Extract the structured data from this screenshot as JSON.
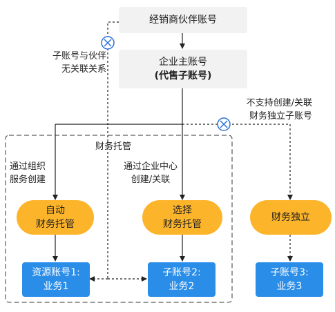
{
  "nodes": {
    "distributor": {
      "label": "经销商伙伴账号"
    },
    "enterprise": {
      "line1": "企业主账号",
      "line2": "(代售子账号)"
    },
    "auto": {
      "line1": "自动",
      "line2": "财务托管"
    },
    "select": {
      "line1": "选择",
      "line2": "财务托管"
    },
    "independent": {
      "label": "财务独立"
    },
    "resource": {
      "line1": "资源账号1:",
      "line2": "业务1"
    },
    "sub2": {
      "line1": "子账号2:",
      "line2": "业务2"
    },
    "sub3": {
      "line1": "子账号3:",
      "line2": "业务3"
    }
  },
  "labels": {
    "no_relation": {
      "line1": "子账号与伙伴",
      "line2": "无关联关系"
    },
    "not_supported": {
      "line1": "不支持创建/关联",
      "line2": "财务独立子账号"
    },
    "group_title": "财务托管",
    "via_org": {
      "line1": "通过组织",
      "line2": "服务创建"
    },
    "via_center": {
      "line1": "通过企业中心",
      "line2": "创建/关联"
    }
  },
  "colors": {
    "gray_box": "#f2f2f2",
    "pill": "#fcb42b",
    "blue_box": "#2a8de8",
    "cross_mark": "#2a6fdb",
    "line": "#222222"
  },
  "icons": {
    "blocked": "x-circle-icon"
  }
}
